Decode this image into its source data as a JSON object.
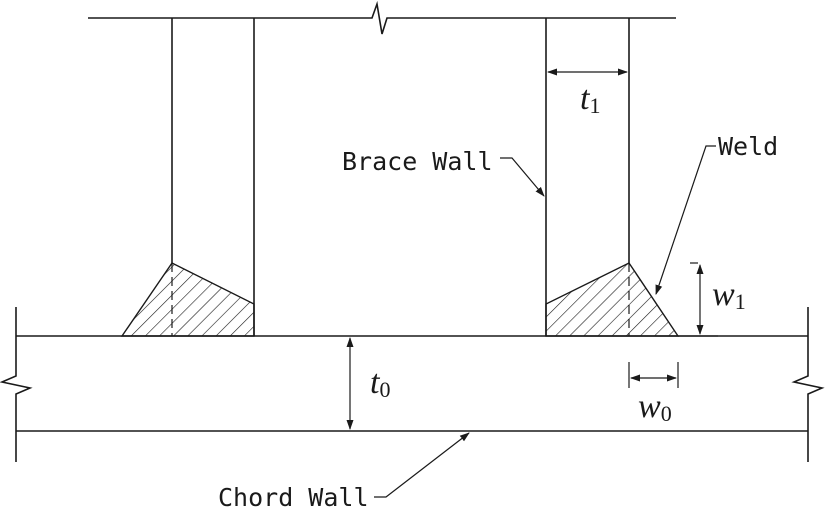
{
  "labels": {
    "brace_wall": "Brace Wall",
    "weld": "Weld",
    "chord_wall": "Chord Wall"
  },
  "symbols": {
    "t1": {
      "base": "t",
      "sub": "1"
    },
    "w1": {
      "base": "w",
      "sub": "1"
    },
    "t0": {
      "base": "t",
      "sub": "0"
    },
    "w0": {
      "base": "w",
      "sub": "0"
    }
  }
}
